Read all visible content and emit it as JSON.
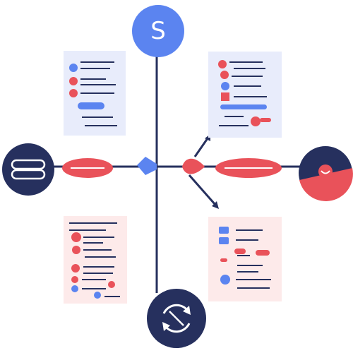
{
  "nodes": {
    "top": {
      "letter": "S",
      "color": "#5b84f0"
    },
    "left": {
      "icon": "toggle-pill-icon",
      "color": "#26305e"
    },
    "right": {
      "icon": "smile-badge-icon",
      "color": "#26305e",
      "accent": "#e9525a"
    },
    "bottom": {
      "icon": "refresh-cycle-icon",
      "color": "#26305e"
    }
  },
  "cards": [
    {
      "name": "card-top-left",
      "tone": "blue",
      "rows": 4,
      "has_button": true
    },
    {
      "name": "card-top-right",
      "tone": "blue",
      "rows": 4,
      "has_button": true
    },
    {
      "name": "card-bottom-left",
      "tone": "pink",
      "rows": 7,
      "has_button": false
    },
    {
      "name": "card-bottom-right",
      "tone": "pink",
      "rows": 5,
      "has_button": false
    }
  ],
  "colors": {
    "line": "#26305e",
    "red": "#e9525a",
    "blue": "#5b84f0",
    "card_blue": "#e8ecfb",
    "card_pink": "#fdeaea"
  }
}
